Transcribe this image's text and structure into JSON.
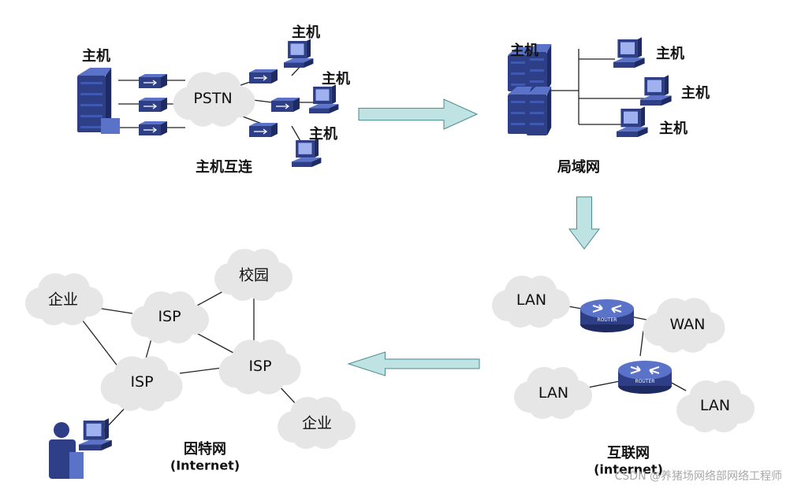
{
  "colors": {
    "cloud": "#e6e6e6",
    "device": "#2e3f87",
    "device_light": "#5a72c8",
    "arrow_fill": "#bfe3e3",
    "arrow_stroke": "#4a8a8f",
    "line": "#222222"
  },
  "icons": [
    "server-icon",
    "modem-icon",
    "desktop-computer-icon",
    "router-icon",
    "cloud-icon",
    "arrow-right-icon",
    "arrow-down-icon",
    "arrow-left-icon",
    "user-workstation-icon"
  ],
  "panel_host": {
    "host_label": "主机",
    "pstn_label": "PSTN",
    "remote_hosts": [
      "主机",
      "主机",
      "主机"
    ],
    "caption": "主机互连"
  },
  "panel_lan": {
    "server_label": "主机",
    "hosts": [
      "主机",
      "主机",
      "主机"
    ],
    "caption": "局域网"
  },
  "panel_internetwork": {
    "clouds": [
      "LAN",
      "WAN",
      "LAN",
      "LAN"
    ],
    "router_text": "ROUTER",
    "caption": "互联网",
    "caption_sub": "(internet)"
  },
  "panel_internet": {
    "clouds": [
      "企业",
      "校园",
      "ISP",
      "ISP",
      "ISP",
      "企业"
    ],
    "caption": "因特网",
    "caption_sub": "(Internet)"
  },
  "watermark": "CSDN @养猪场网络部网络工程师"
}
